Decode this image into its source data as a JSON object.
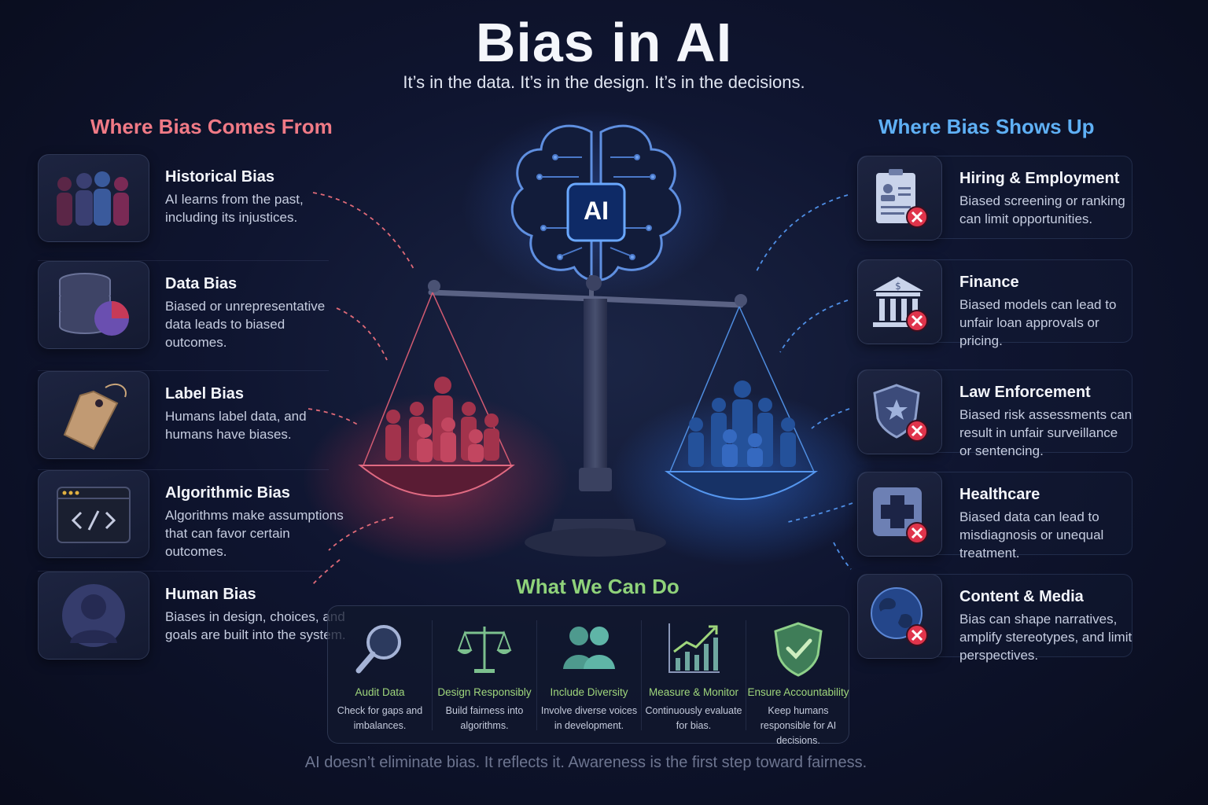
{
  "title": "Bias in AI",
  "subtitle": "It’s in the data. It’s in the design. It’s in the decisions.",
  "left_section": {
    "heading": "Where Bias Comes From",
    "items": [
      {
        "icon": "people-group-icon",
        "title": "Historical Bias",
        "desc": "AI learns from the past, including its injustices."
      },
      {
        "icon": "database-icon",
        "title": "Data Bias",
        "desc": "Biased or unrepresentative data leads to biased outcomes."
      },
      {
        "icon": "label-tag-icon",
        "title": "Label Bias",
        "desc": "Humans label data, and humans have biases."
      },
      {
        "icon": "code-window-icon",
        "title": "Algorithmic Bias",
        "desc": "Algorithms make assumptions that can favor certain outcomes."
      },
      {
        "icon": "person-icon",
        "title": "Human Bias",
        "desc": "Biases in design, choices, and goals are built into the system."
      }
    ]
  },
  "right_section": {
    "heading": "Where Bias Shows Up",
    "items": [
      {
        "icon": "resume-icon",
        "title": "Hiring & Employment",
        "desc": "Biased screening or ranking can limit opportunities."
      },
      {
        "icon": "bank-icon",
        "title": "Finance",
        "desc": "Biased models can lead to unfair loan approvals or pricing."
      },
      {
        "icon": "police-badge-icon",
        "title": "Law Enforcement",
        "desc": "Biased risk assessments can result in unfair surveillance or sentencing."
      },
      {
        "icon": "medical-cross-icon",
        "title": "Healthcare",
        "desc": "Biased data can lead to misdiagnosis or unequal treatment."
      },
      {
        "icon": "globe-icon",
        "title": "Content & Media",
        "desc": "Bias can shape narratives, amplify stereotypes, and limit perspectives."
      }
    ]
  },
  "center": {
    "chip_label": "AI"
  },
  "what_we_can_do": {
    "heading": "What We Can Do",
    "items": [
      {
        "icon": "magnifier-icon",
        "title": "Audit Data",
        "desc": "Check for gaps and imbalances."
      },
      {
        "icon": "scales-icon",
        "title": "Design Responsibly",
        "desc": "Build fairness into algorithms."
      },
      {
        "icon": "two-people-icon",
        "title": "Include Diversity",
        "desc": "Involve diverse voices in development."
      },
      {
        "icon": "growth-chart-icon",
        "title": "Measure & Monitor",
        "desc": "Continuously evaluate for bias."
      },
      {
        "icon": "shield-check-icon",
        "title": "Ensure Accountability",
        "desc": "Keep humans responsible for AI decisions."
      }
    ]
  },
  "footer": "AI doesn’t eliminate bias. It reflects it. Awareness is the first step toward fairness.",
  "colors": {
    "left_accent": "#f07a86",
    "right_accent": "#5fb0f5",
    "green_accent": "#8fd27a",
    "red_x": "#e0344b"
  }
}
